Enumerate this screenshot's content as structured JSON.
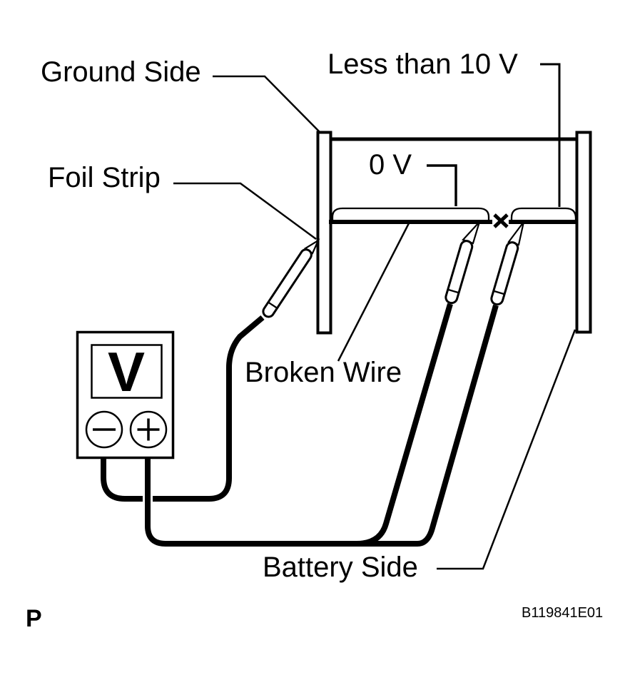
{
  "figure": {
    "type": "wiring-check-diagram",
    "code": "B119841E01",
    "page_marker": "P",
    "labels": {
      "ground_side": "Ground Side",
      "less_than_10v": "Less than 10 V",
      "zero_v": "0 V",
      "foil_strip": "Foil Strip",
      "broken_wire": "Broken Wire",
      "battery_side": "Battery Side"
    },
    "meter": {
      "display_symbol": "V",
      "negative_terminal_symbol": "−",
      "positive_terminal_symbol": "+"
    },
    "icons": {
      "break_mark": "x-break-icon",
      "voltmeter": "voltmeter-icon",
      "test_probe": "test-probe-icon"
    },
    "colors": {
      "ink": "#000000",
      "background": "#ffffff"
    }
  }
}
